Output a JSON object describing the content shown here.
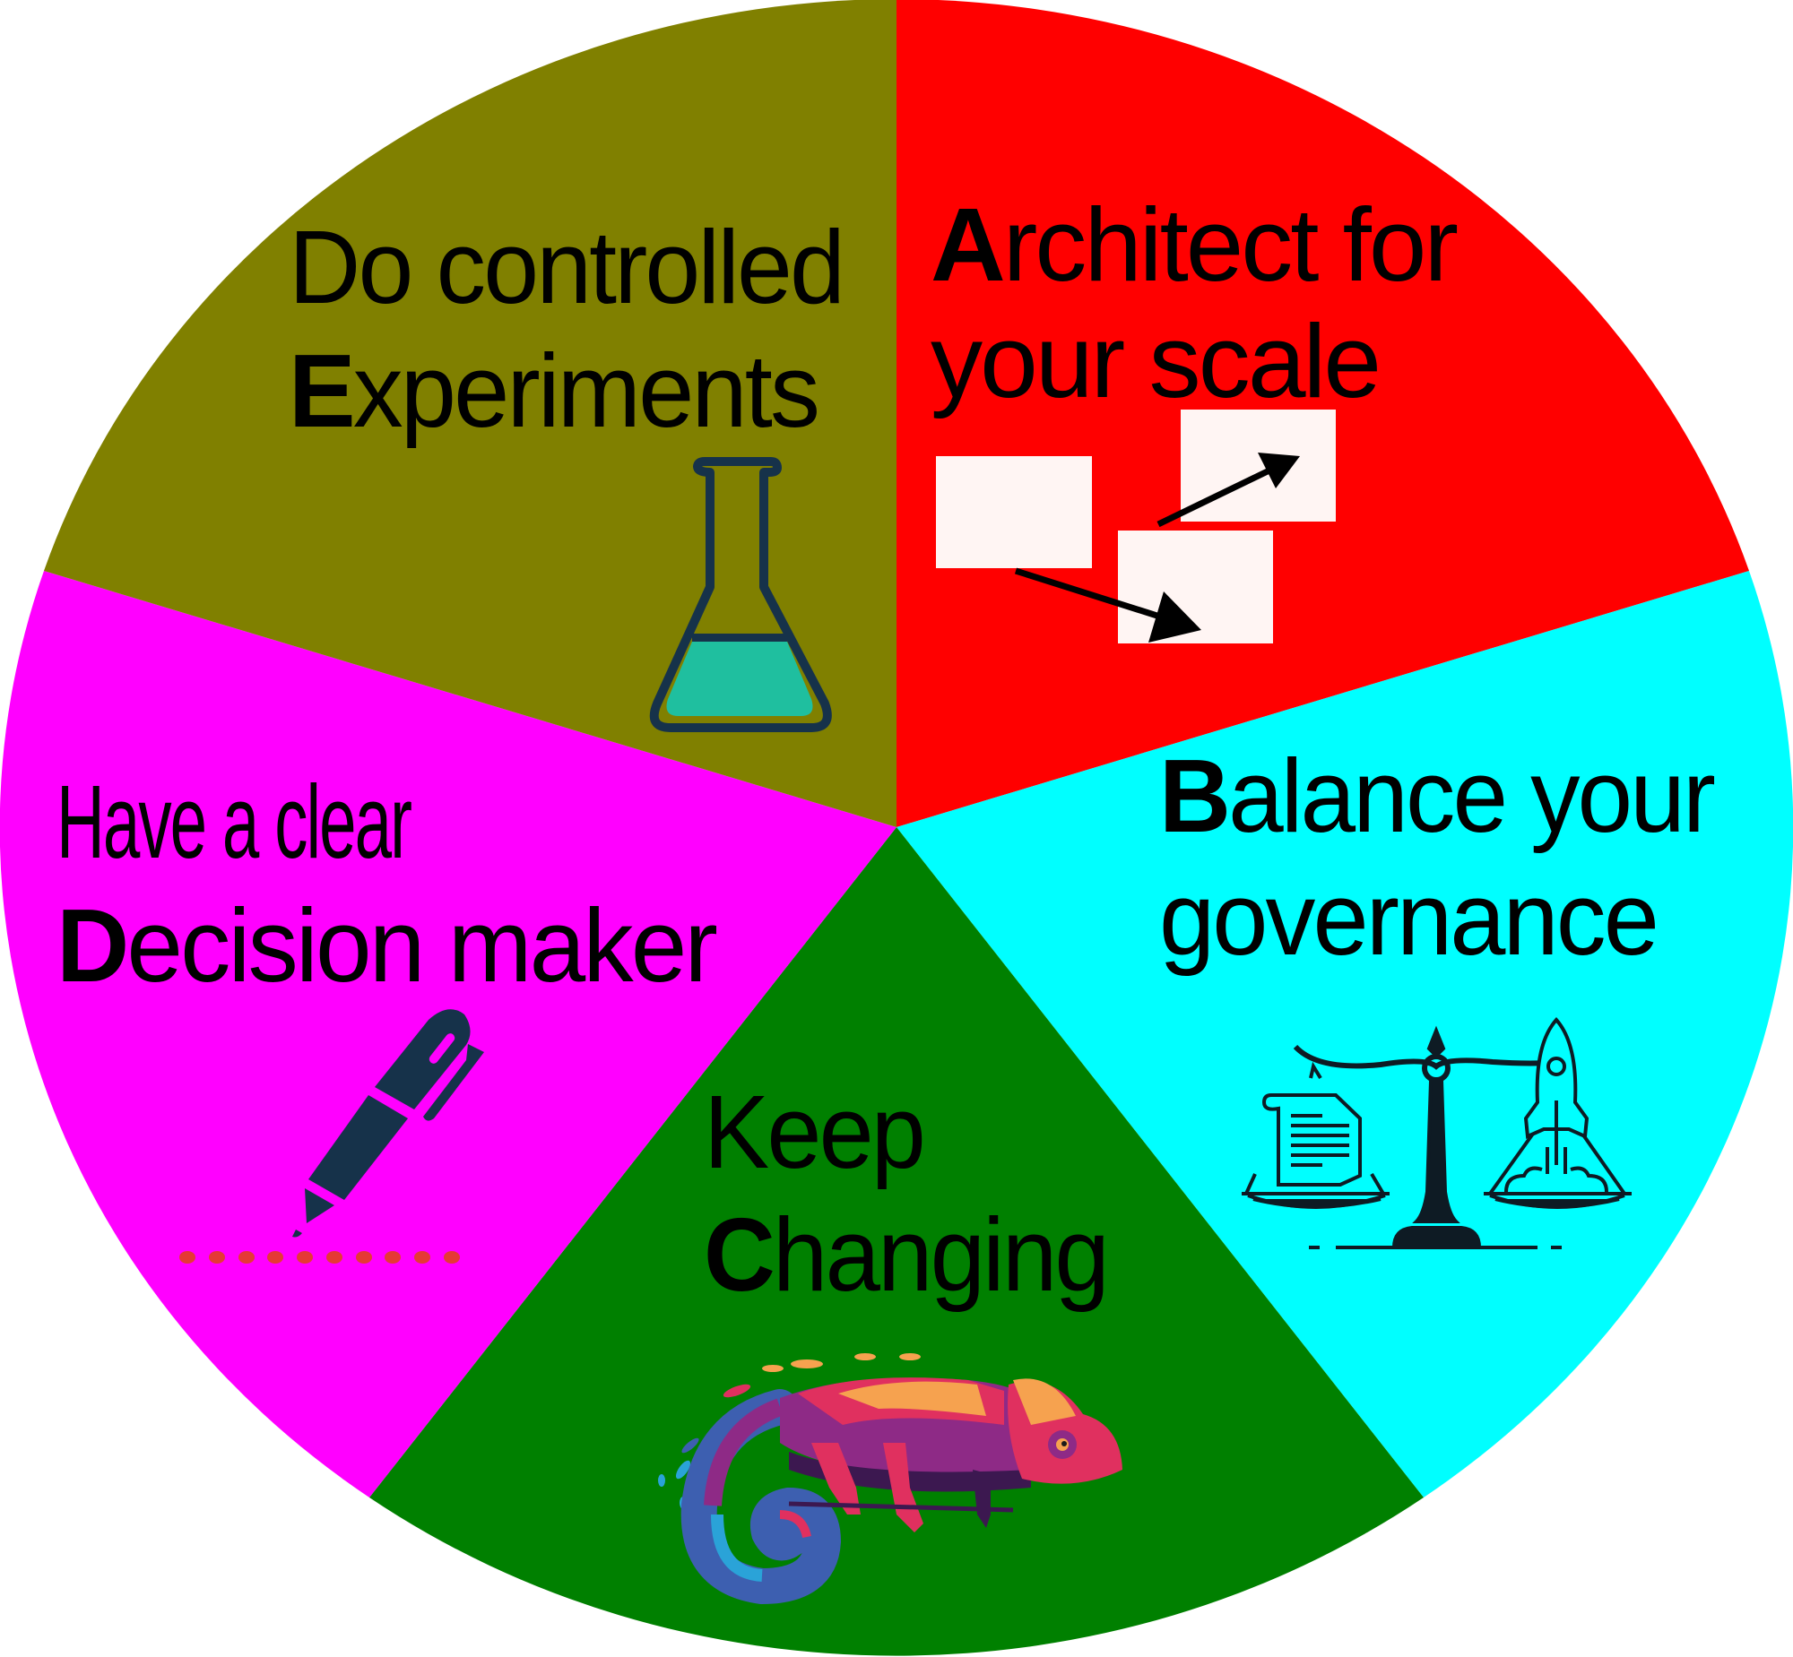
{
  "diagram": {
    "type": "pie-wheel",
    "segment_count": 5,
    "segments": [
      {
        "id": "architect",
        "color": "#ff0000",
        "line1_cap": "A",
        "line1_rest": "rchitect for",
        "line2": "your scale",
        "icon": "architecture-boxes-icon"
      },
      {
        "id": "balance",
        "color": "#00ffff",
        "line1_cap": "B",
        "line1_rest": "alance your",
        "line2": "governance",
        "icon": "balance-scale-icon"
      },
      {
        "id": "change",
        "color": "#008000",
        "line1": "Keep",
        "line2_cap": "C",
        "line2_rest": "hanging",
        "icon": "chameleon-icon"
      },
      {
        "id": "decision",
        "color": "#ff00ff",
        "line1": "Have a clear",
        "line2_cap": "D",
        "line2_rest": "ecision maker",
        "icon": "pen-icon"
      },
      {
        "id": "experiment",
        "color": "#808000",
        "line1": "Do controlled",
        "line2_cap": "E",
        "line2_rest": "xperiments",
        "icon": "flask-icon"
      }
    ],
    "icon_colors": {
      "dark": "#16324a",
      "liquid": "#1fbf9f",
      "box_fill": "#fff5f3",
      "dots": "#e53935",
      "scale_stroke": "#0e1b24",
      "chameleon_orange": "#f6a24f",
      "chameleon_pink": "#e0305f",
      "chameleon_purple": "#8e2a86",
      "chameleon_dark": "#3c1850",
      "chameleon_blue": "#2aa3d8"
    }
  }
}
